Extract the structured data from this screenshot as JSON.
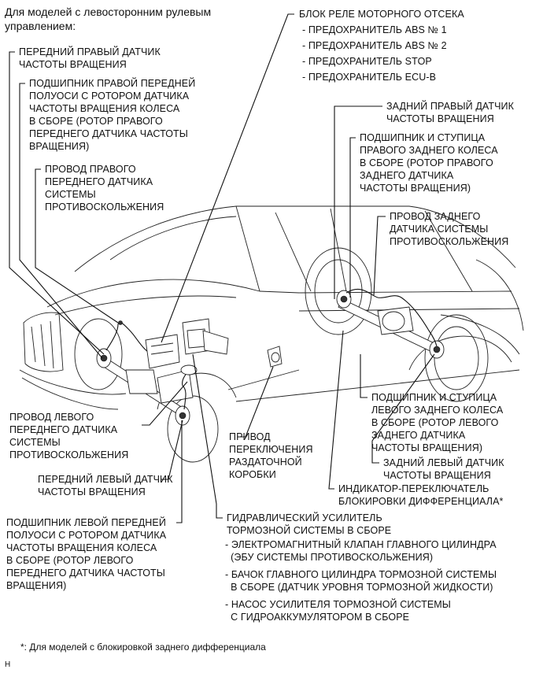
{
  "header": "Для моделей с левосторонним рулевым\nуправлением:",
  "labels": {
    "relay_block": "БЛОК РЕЛЕ МОТОРНОГО ОТСЕКА",
    "fuse_abs1": "- ПРЕДОХРАНИТЕЛЬ ABS № 1",
    "fuse_abs2": "- ПРЕДОХРАНИТЕЛЬ ABS № 2",
    "fuse_stop": "- ПРЕДОХРАНИТЕЛЬ STOP",
    "fuse_ecub": "- ПРЕДОХРАНИТЕЛЬ ECU-B",
    "fr_sensor": "ПЕРЕДНИЙ ПРАВЫЙ ДАТЧИК\nЧАСТОТЫ ВРАЩЕНИЯ",
    "fr_bearing": "ПОДШИПНИК ПРАВОЙ ПЕРЕДНЕЙ\nПОЛУОСИ С РОТОРОМ ДАТЧИКА\nЧАСТОТЫ ВРАЩЕНИЯ КОЛЕСА\nВ СБОРЕ (РОТОР ПРАВОГО\nПЕРЕДНЕГО ДАТЧИКА ЧАСТОТЫ\nВРАЩЕНИЯ)",
    "fr_wire": "ПРОВОД ПРАВОГО\nПЕРЕДНЕГО ДАТЧИКА\nСИСТЕМЫ\nПРОТИВОСКОЛЬЖЕНИЯ",
    "rr_sensor": "ЗАДНИЙ ПРАВЫЙ ДАТЧИК\nЧАСТОТЫ ВРАЩЕНИЯ",
    "rr_hub": "ПОДШИПНИК И СТУПИЦА\nПРАВОГО ЗАДНЕГО КОЛЕСА\nВ СБОРЕ (РОТОР ПРАВОГО\nЗАДНЕГО ДАТЧИКА\nЧАСТОТЫ ВРАЩЕНИЯ)",
    "rear_wire": "ПРОВОД ЗАДНЕГО\nДАТЧИКА СИСТЕМЫ\nПРОТИВОСКОЛЬЖЕНИЯ",
    "fl_wire": "ПРОВОД ЛЕВОГО\nПЕРЕДНЕГО ДАТЧИКА\nСИСТЕМЫ\nПРОТИВОСКОЛЬЖЕНИЯ",
    "transfer": "ПРИВОД\nПЕРЕКЛЮЧЕНИЯ\nРАЗДАТОЧНОЙ\nКОРОБКИ",
    "rl_hub": "ПОДШИПНИК И СТУПИЦА\nЛЕВОГО ЗАДНЕГО КОЛЕСА\nВ СБОРЕ (РОТОР ЛЕВОГО\nЗАДНЕГО ДАТЧИКА\nЧАСТОТЫ ВРАЩЕНИЯ)",
    "rl_sensor": "ЗАДНИЙ ЛЕВЫЙ ДАТЧИК\nЧАСТОТЫ ВРАЩЕНИЯ",
    "fl_sensor": "ПЕРЕДНИЙ ЛЕВЫЙ ДАТЧИК\nЧАСТОТЫ ВРАЩЕНИЯ",
    "diff_lock": "ИНДИКАТОР-ПЕРЕКЛЮЧАТЕЛЬ\nБЛОКИРОВКИ ДИФФЕРЕНЦИАЛА*",
    "fl_bearing": "ПОДШИПНИК ЛЕВОЙ ПЕРЕДНЕЙ\nПОЛУОСИ С РОТОРОМ ДАТЧИКА\nЧАСТОТЫ ВРАЩЕНИЯ КОЛЕСА\nВ СБОРЕ (РОТОР ЛЕВОГО\nПЕРЕДНЕГО ДАТЧИКА ЧАСТОТЫ\nВРАЩЕНИЯ)",
    "booster": "ГИДРАВЛИЧЕСКИЙ УСИЛИТЕЛЬ\nТОРМОЗНОЙ СИСТЕМЫ В СБОРЕ",
    "booster_valve": "- ЭЛЕКТРОМАГНИТНЫЙ КЛАПАН ГЛАВНОГО ЦИЛИНДРА\n  (ЭБУ СИСТЕМЫ ПРОТИВОСКОЛЬЖЕНИЯ)",
    "booster_tank": "- БАЧОК ГЛАВНОГО ЦИЛИНДРА ТОРМОЗНОЙ СИСТЕМЫ\n  В СБОРЕ (ДАТЧИК УРОВНЯ ТОРМОЗНОЙ ЖИДКОСТИ)",
    "booster_pump": "- НАСОС УСИЛИТЕЛЯ ТОРМОЗНОЙ СИСТЕМЫ\n  С ГИДРОАККУМУЛЯТОРОМ В СБОРЕ"
  },
  "footnote": "*: Для моделей с блокировкой заднего дифференциала",
  "code": "H"
}
